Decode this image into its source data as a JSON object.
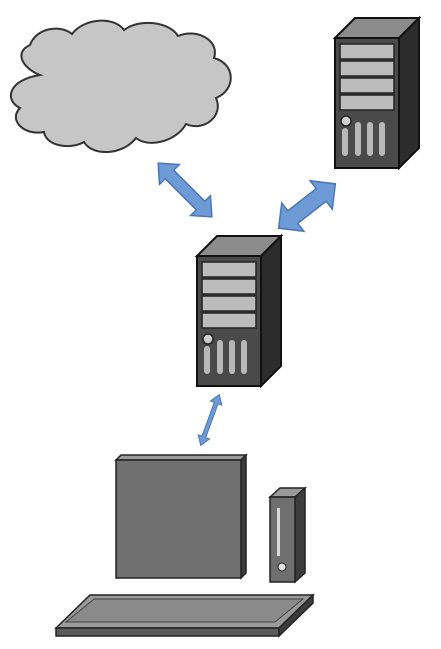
{
  "diagram": {
    "nodes": [
      {
        "id": "internet",
        "icon": "cloud-icon"
      },
      {
        "id": "remote-server",
        "icon": "server-tower-icon"
      },
      {
        "id": "local-server",
        "icon": "server-tower-icon"
      },
      {
        "id": "client-workstation",
        "icon": "desktop-computer-icon"
      }
    ],
    "edges": [
      {
        "from": "internet",
        "to": "local-server",
        "style": "thick bidirectional"
      },
      {
        "from": "remote-server",
        "to": "local-server",
        "style": "thick bidirectional"
      },
      {
        "from": "local-server",
        "to": "client-workstation",
        "style": "thin bidirectional"
      }
    ],
    "colors": {
      "cloud_fill": "#c6c6c6",
      "server_body": "#4a4a4a",
      "server_top": "#8c8c8c",
      "server_side": "#2c2c2c",
      "drive_bay": "#bcbcbc",
      "arrow": "#6e9bd6",
      "arrow_outline": "#4a78b3",
      "monitor": "#6f6f6f",
      "keyboard": "#8a8a8a"
    }
  }
}
